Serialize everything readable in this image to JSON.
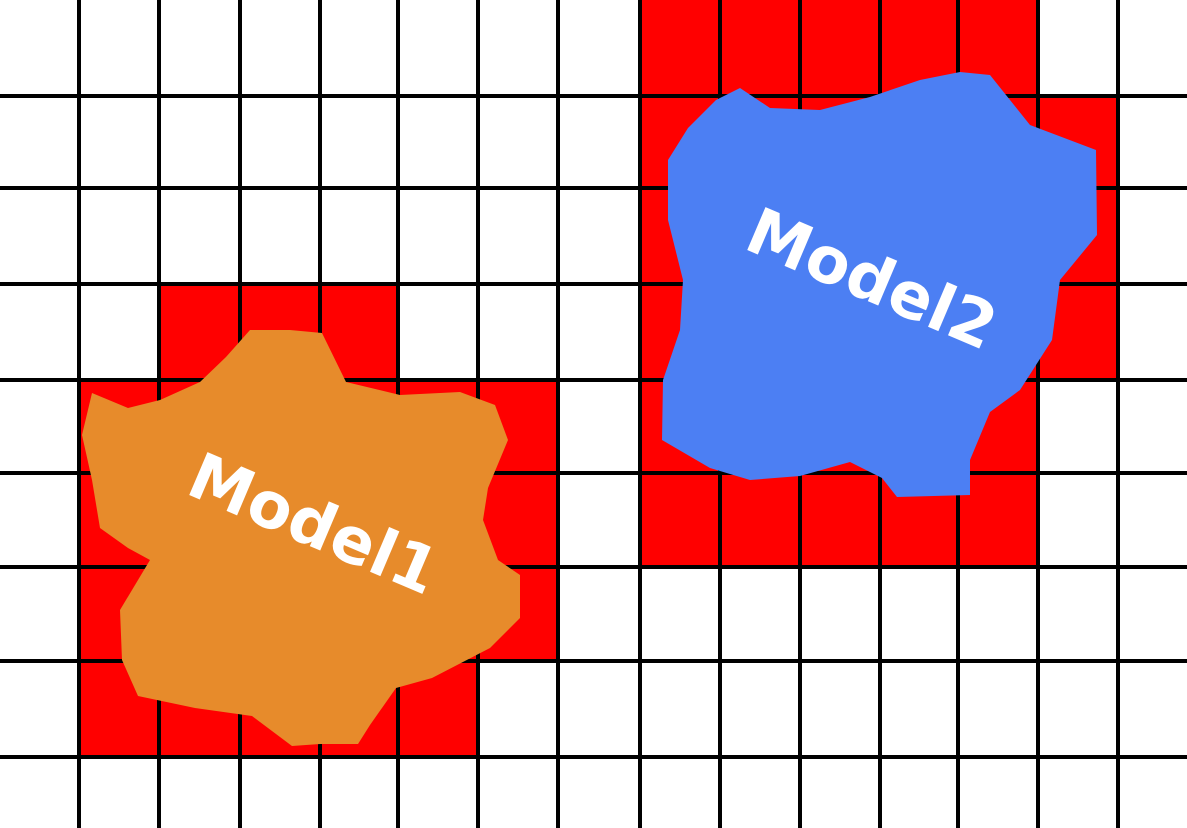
{
  "colors": {
    "background": "#ffffff",
    "occupied_cell": "#ff0000",
    "grid_line": "#000000",
    "model1_fill": "#e78b2b",
    "model2_fill": "#4c7ff3",
    "label_text": "#ffffff"
  },
  "grid": {
    "occupied_cells": [
      [
        8,
        0
      ],
      [
        9,
        0
      ],
      [
        10,
        0
      ],
      [
        11,
        0
      ],
      [
        12,
        0
      ],
      [
        8,
        1
      ],
      [
        9,
        1
      ],
      [
        10,
        1
      ],
      [
        11,
        1
      ],
      [
        12,
        1
      ],
      [
        13,
        1
      ],
      [
        8,
        2
      ],
      [
        9,
        2
      ],
      [
        10,
        2
      ],
      [
        11,
        2
      ],
      [
        12,
        2
      ],
      [
        13,
        2
      ],
      [
        2,
        3
      ],
      [
        3,
        3
      ],
      [
        4,
        3
      ],
      [
        8,
        3
      ],
      [
        9,
        3
      ],
      [
        10,
        3
      ],
      [
        11,
        3
      ],
      [
        12,
        3
      ],
      [
        13,
        3
      ],
      [
        1,
        4
      ],
      [
        2,
        4
      ],
      [
        3,
        4
      ],
      [
        4,
        4
      ],
      [
        5,
        4
      ],
      [
        6,
        4
      ],
      [
        8,
        4
      ],
      [
        9,
        4
      ],
      [
        10,
        4
      ],
      [
        11,
        4
      ],
      [
        12,
        4
      ],
      [
        1,
        5
      ],
      [
        2,
        5
      ],
      [
        3,
        5
      ],
      [
        4,
        5
      ],
      [
        5,
        5
      ],
      [
        6,
        5
      ],
      [
        8,
        5
      ],
      [
        9,
        5
      ],
      [
        10,
        5
      ],
      [
        11,
        5
      ],
      [
        12,
        5
      ],
      [
        1,
        6
      ],
      [
        2,
        6
      ],
      [
        3,
        6
      ],
      [
        4,
        6
      ],
      [
        5,
        6
      ],
      [
        6,
        6
      ],
      [
        1,
        7
      ],
      [
        2,
        7
      ],
      [
        3,
        7
      ],
      [
        4,
        7
      ],
      [
        5,
        7
      ]
    ]
  },
  "models": [
    {
      "label": "Model1",
      "icon": "irregular-blob-orange"
    },
    {
      "label": "Model2",
      "icon": "irregular-blob-blue"
    }
  ]
}
